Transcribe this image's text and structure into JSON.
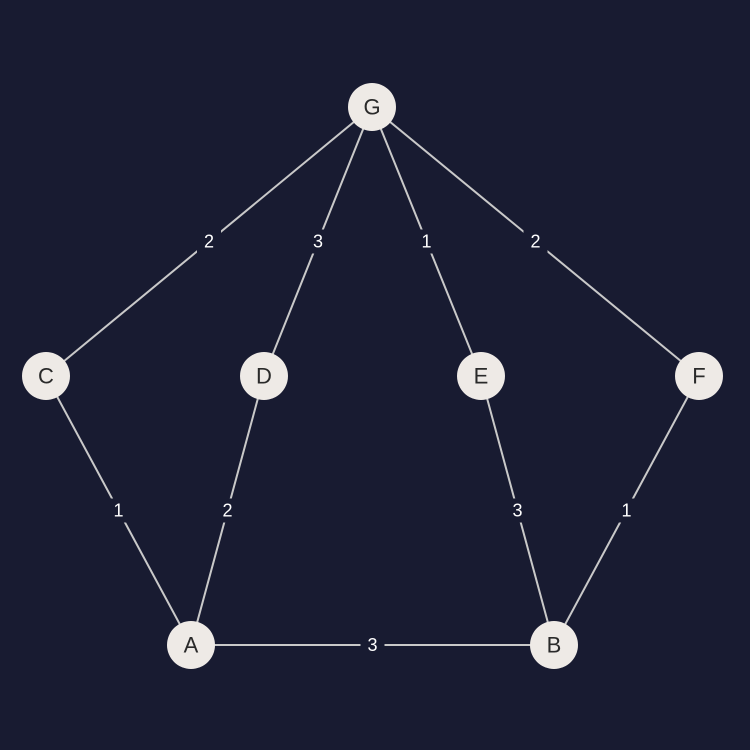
{
  "graph": {
    "nodes": [
      {
        "id": "G",
        "label": "G"
      },
      {
        "id": "C",
        "label": "C"
      },
      {
        "id": "D",
        "label": "D"
      },
      {
        "id": "E",
        "label": "E"
      },
      {
        "id": "F",
        "label": "F"
      },
      {
        "id": "A",
        "label": "A"
      },
      {
        "id": "B",
        "label": "B"
      }
    ],
    "edges": [
      {
        "from": "G",
        "to": "C",
        "weight": "2"
      },
      {
        "from": "G",
        "to": "D",
        "weight": "3"
      },
      {
        "from": "G",
        "to": "E",
        "weight": "1"
      },
      {
        "from": "G",
        "to": "F",
        "weight": "2"
      },
      {
        "from": "C",
        "to": "A",
        "weight": "1"
      },
      {
        "from": "D",
        "to": "A",
        "weight": "2"
      },
      {
        "from": "E",
        "to": "B",
        "weight": "3"
      },
      {
        "from": "F",
        "to": "B",
        "weight": "1"
      },
      {
        "from": "A",
        "to": "B",
        "weight": "3"
      }
    ]
  },
  "colors": {
    "background": "#181b31",
    "edge": "#c9c9c9",
    "node_fill": "#eeeae6",
    "node_text": "#2a2a2a",
    "edge_label_text": "#ffffff"
  }
}
